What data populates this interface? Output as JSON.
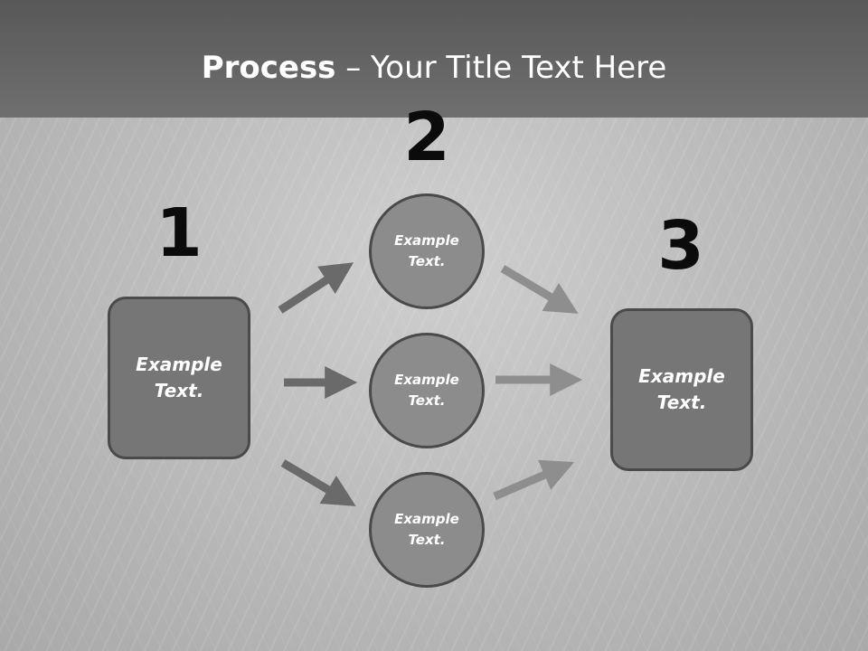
{
  "title": {
    "bold": "Process",
    "rest": " – Your Title Text Here"
  },
  "steps": [
    {
      "number": "1",
      "text": "Example Text."
    },
    {
      "number": "2",
      "items": [
        "Example Text.",
        "Example Text.",
        "Example Text."
      ]
    },
    {
      "number": "3",
      "text": "Example Text."
    }
  ],
  "colors": {
    "header": "#5f5f5f",
    "box_fill": "#767676",
    "circle_fill": "#8c8c8c",
    "arrow_dark": "#6a6a6a",
    "arrow_light": "#8e8e8e"
  }
}
